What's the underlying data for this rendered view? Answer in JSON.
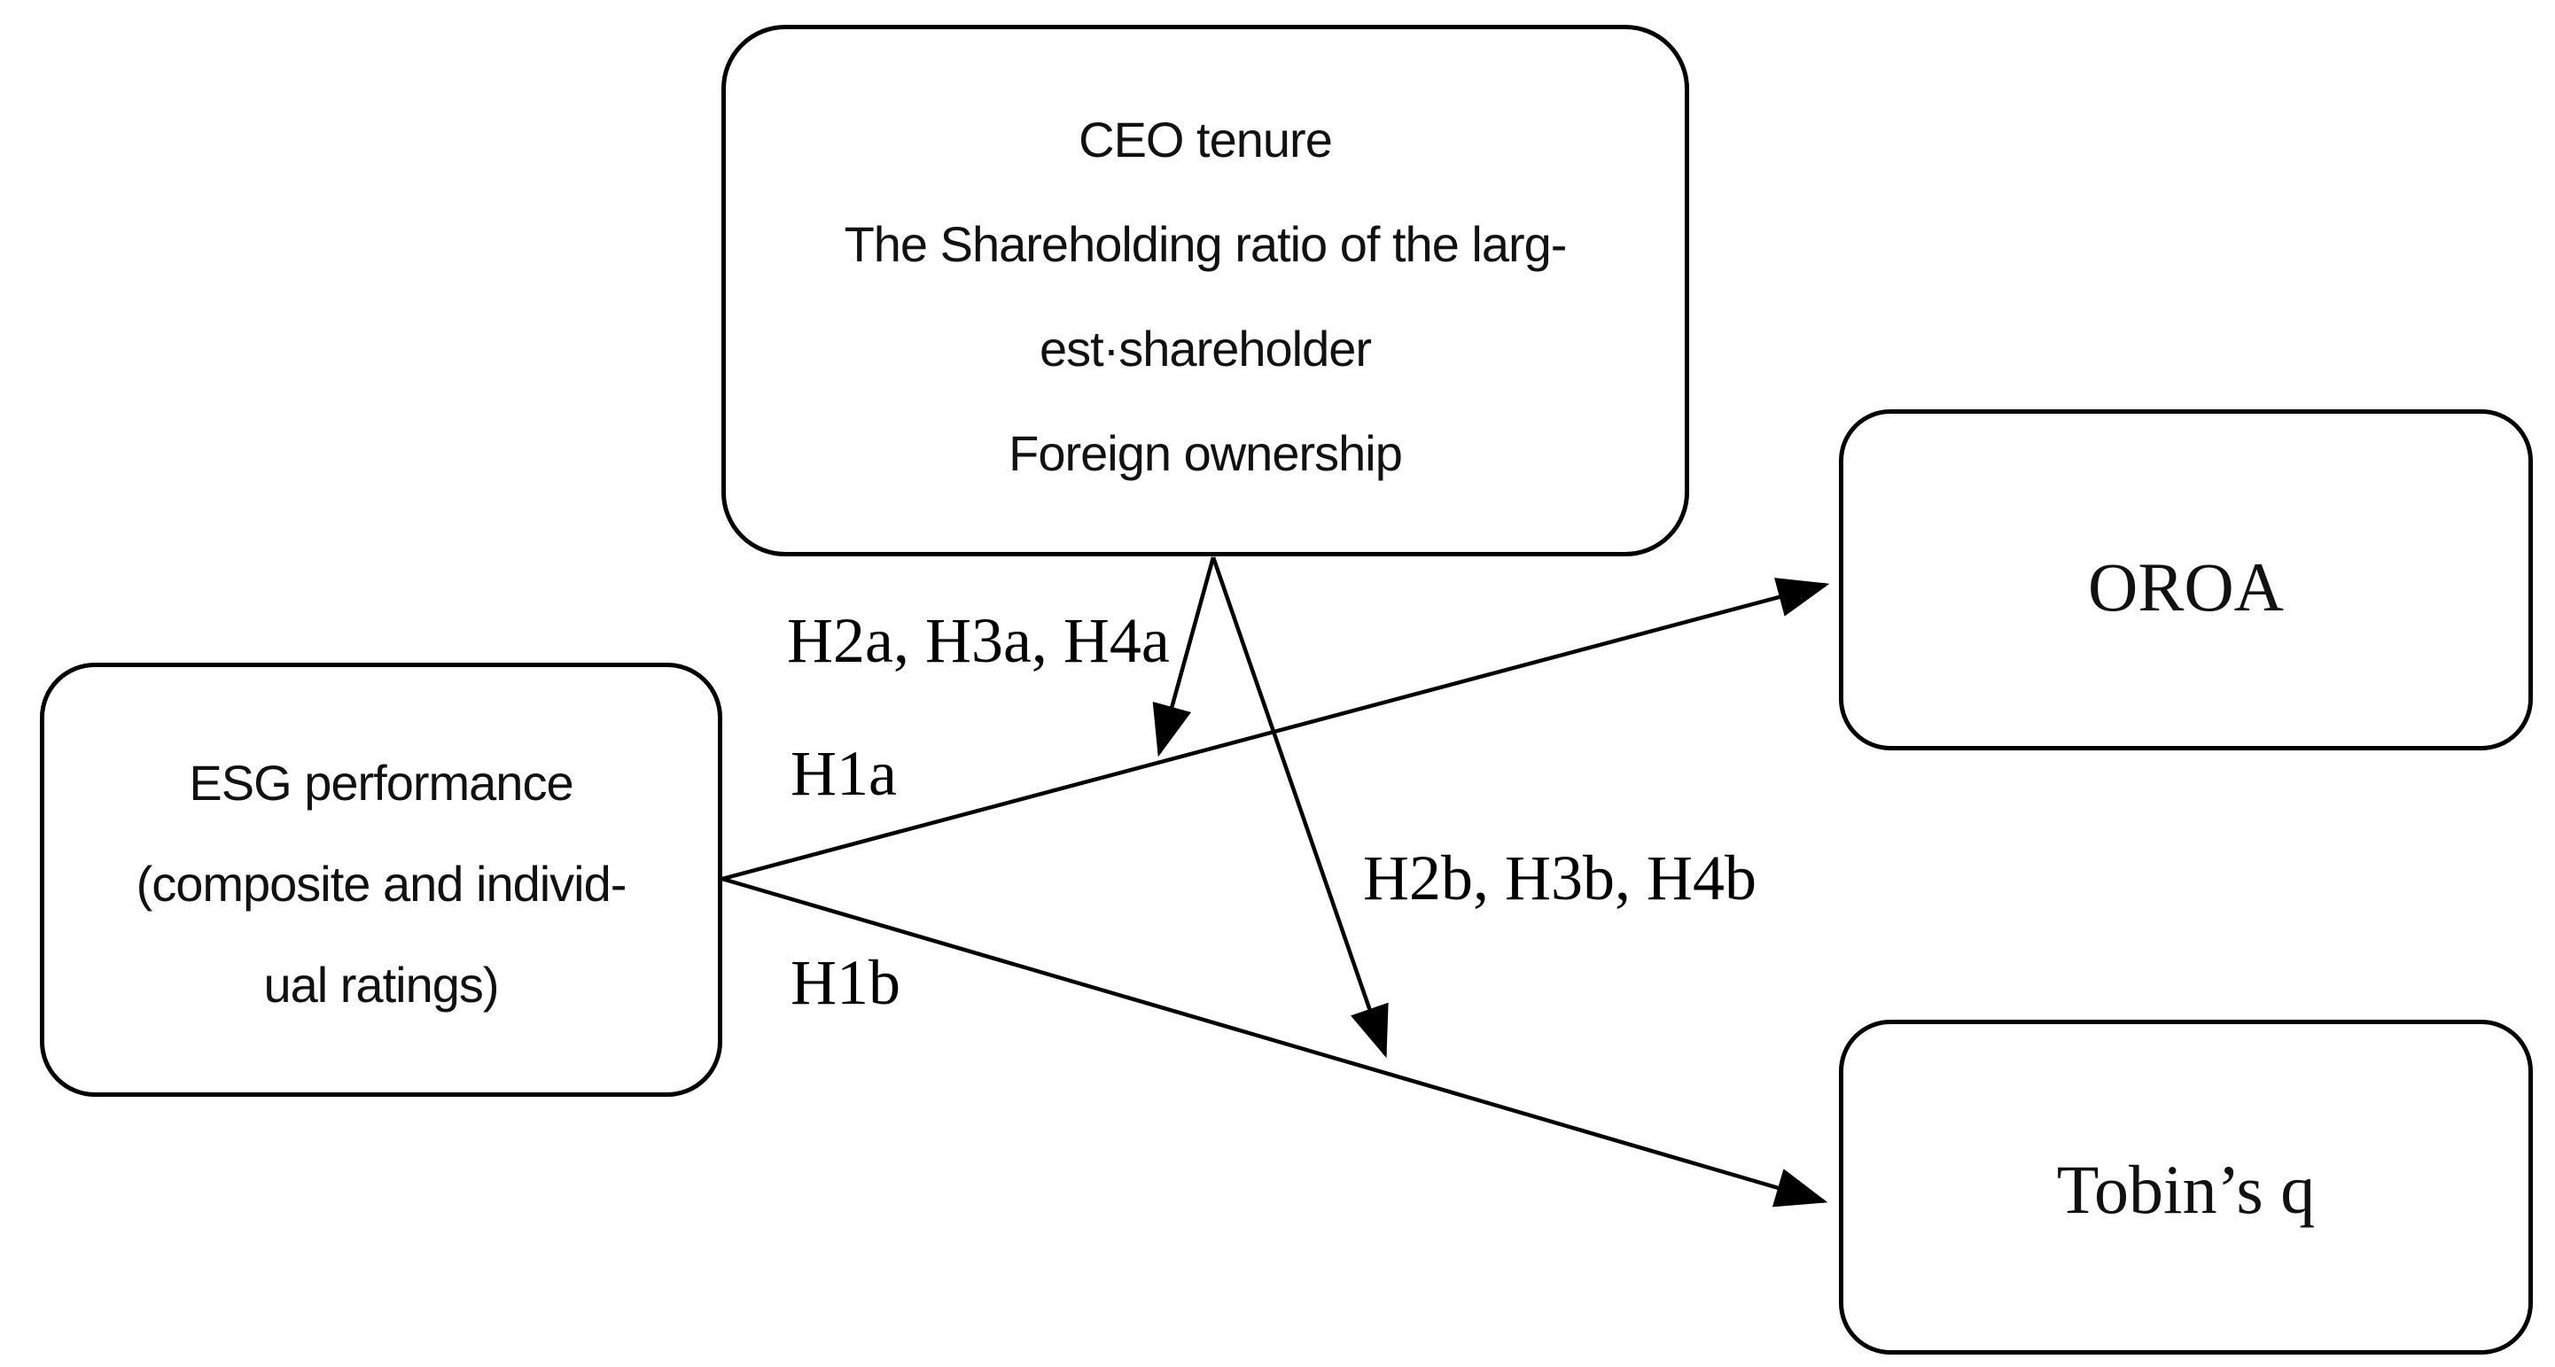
{
  "colors": {
    "ink": "#000000",
    "background": "#ffffff"
  },
  "boxes": {
    "moderators": {
      "lines": [
        "CEO tenure",
        "The Shareholding ratio of the larg-",
        "est·shareholder",
        "Foreign ownership"
      ]
    },
    "esg": {
      "lines": [
        "ESG performance",
        "(composite and individ-",
        "ual ratings)"
      ]
    },
    "oroa": {
      "label": "OROA"
    },
    "tobins_q": {
      "label": "Tobin’s q"
    }
  },
  "edges": {
    "h1a": {
      "label": "H1a",
      "from": "ESG performance",
      "to": "OROA"
    },
    "h1b": {
      "label": "H1b",
      "from": "ESG performance",
      "to": "Tobin’s q"
    },
    "h2a": {
      "label": "H2a, H3a, H4a",
      "from": "Moderators box",
      "to": "H1a arrow"
    },
    "h2b": {
      "label": "H2b, H3b, H4b",
      "from": "Moderators box",
      "to": "H1b arrow"
    }
  }
}
